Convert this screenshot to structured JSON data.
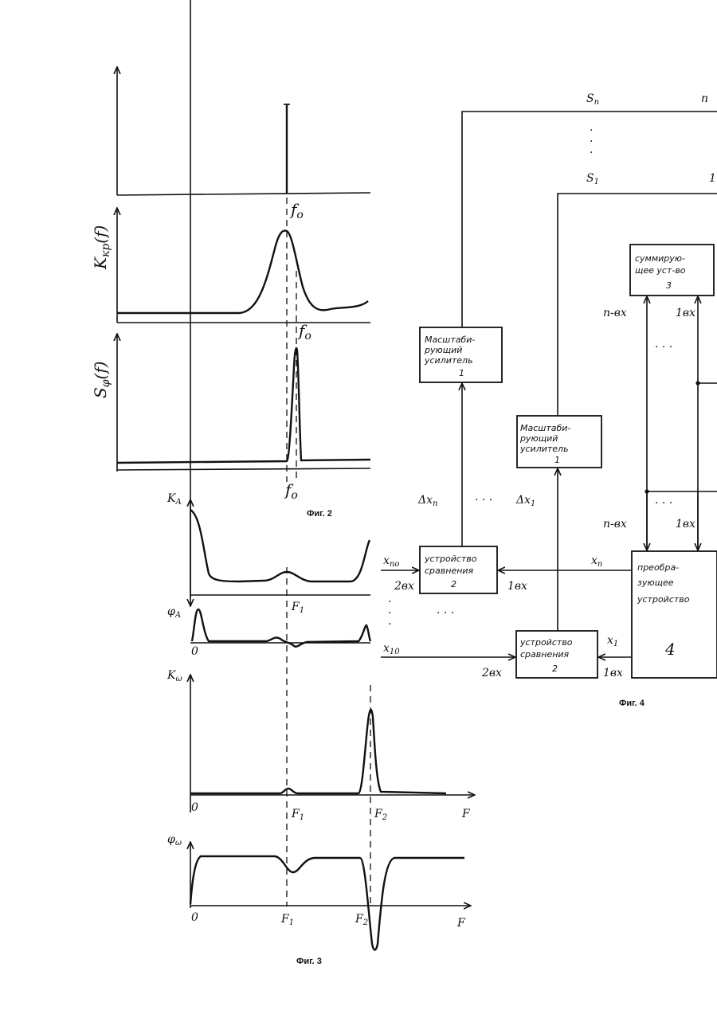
{
  "fig2": {
    "caption": "Фиг. 2",
    "f0_label_top": "f",
    "f0_sub": "o",
    "k_axis": "K",
    "k_sub": "кр",
    "k_arg": "(f)",
    "s_axis": "S",
    "s_sub": "φ",
    "s_arg": "(f)"
  },
  "fig3": {
    "caption": "Фиг. 3",
    "ka": "K",
    "ka_sub": "A",
    "phia": "φ",
    "phia_sub": "A",
    "kw": "K",
    "kw_sub": "ω",
    "phiw": "φ",
    "phiw_sub": "ω",
    "zero": "0",
    "F": "F",
    "F1": "F",
    "F1_sub": "1",
    "F2": "F",
    "F2_sub": "2"
  },
  "fig4": {
    "caption": "Фиг. 4",
    "Sn": "S",
    "Sn_sub": "n",
    "S1": "S",
    "S1_sub": "1",
    "n_top": "n",
    "one_top": "1",
    "vdots": "·",
    "amp_n_l1": "Масштаби-",
    "amp_n_l2": "рующий",
    "amp_n_l3": "усилитель",
    "amp_n_num": "1",
    "amp_1_l1": "Масштаби-",
    "amp_1_l2": "рующий",
    "amp_1_l3": "усилитель",
    "amp_1_num": "1",
    "sum_l1": "суммирую-",
    "sum_l2": "щее уст-во",
    "sum_num": "3",
    "cmp_n_l1": "устройство",
    "cmp_n_l2": "сравнения",
    "cmp_n_num": "2",
    "cmp_1_l1": "устройство",
    "cmp_1_l2": "сравнения",
    "cmp_1_num": "2",
    "conv_l1": "преобра-",
    "conv_l2": "зующее",
    "conv_l3": "устройство",
    "conv_num": "4",
    "dxn": "Δx",
    "dxn_sub": "n",
    "dx1": "Δx",
    "dx1_sub": "1",
    "hdots": "· · ·",
    "xn": "x",
    "xn_sub": "n",
    "x1": "x",
    "x1_sub": "1",
    "xno": "x",
    "xno_sub": "no",
    "x10": "x",
    "x10_sub": "10",
    "in2": "2вх",
    "in1": "1вх",
    "nin": "n-вх",
    "in1b": "1вх"
  }
}
